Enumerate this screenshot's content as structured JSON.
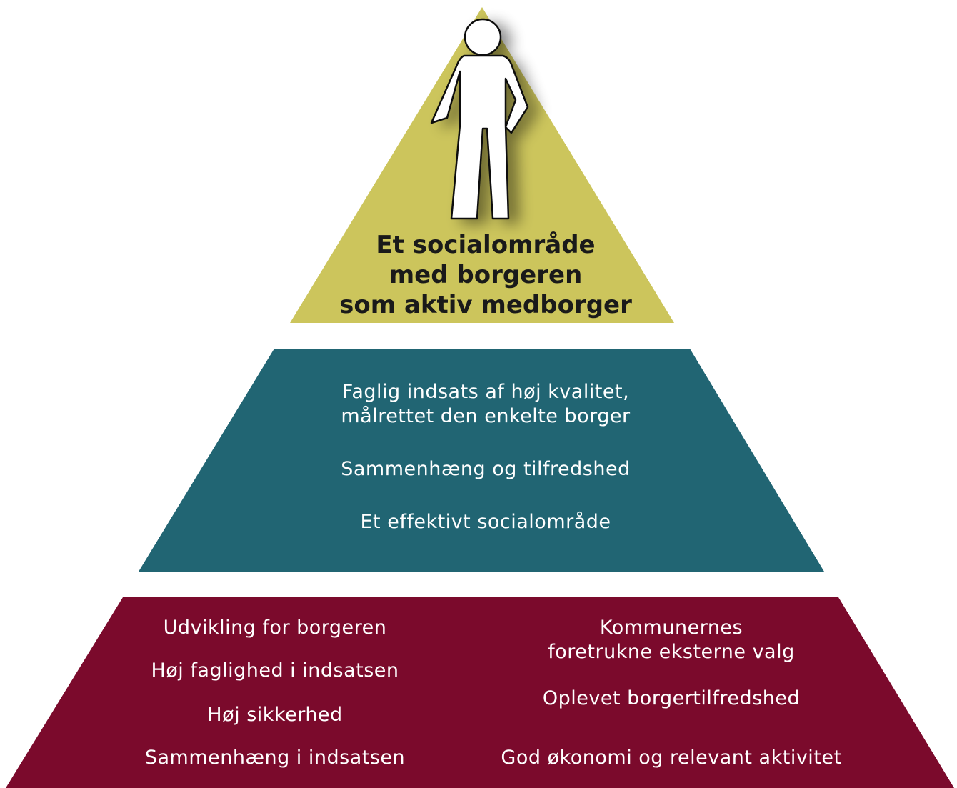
{
  "colors": {
    "top_tier": "#ccc55c",
    "middle_tier": "#216573",
    "bottom_tier": "#7b0a2c",
    "figure_fill": "#ffffff",
    "figure_outline": "#111111",
    "top_text": "#1a1a1a",
    "tier_text": "#ffffff"
  },
  "icons": {
    "top": "person-icon"
  },
  "top_tier": {
    "title_lines": [
      "Et socialområde",
      "med borgeren",
      "som aktiv medborger"
    ]
  },
  "middle_tier": {
    "lines": [
      "Faglig indsats af høj kvalitet,",
      "målrettet den enkelte borger",
      "Sammenhæng og tilfredshed",
      "Et effektivt socialområde"
    ]
  },
  "bottom_tier": {
    "left": [
      "Udvikling for borgeren",
      "Høj faglighed i indsatsen",
      "Høj sikkerhed",
      "Sammenhæng i indsatsen"
    ],
    "right": [
      "Kommunernes",
      "foretrukne eksterne valg",
      "Oplevet borgertilfredshed",
      "God økonomi og relevant aktivitet"
    ]
  }
}
